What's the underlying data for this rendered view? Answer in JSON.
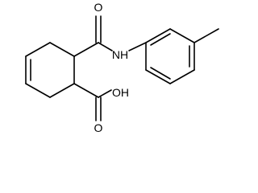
{
  "molecule": {
    "atom_labels": {
      "amide_oxygen": "O",
      "amide_nitrogen": "NH",
      "acid_hydroxyl": "OH",
      "acid_oxygen": "O"
    }
  }
}
